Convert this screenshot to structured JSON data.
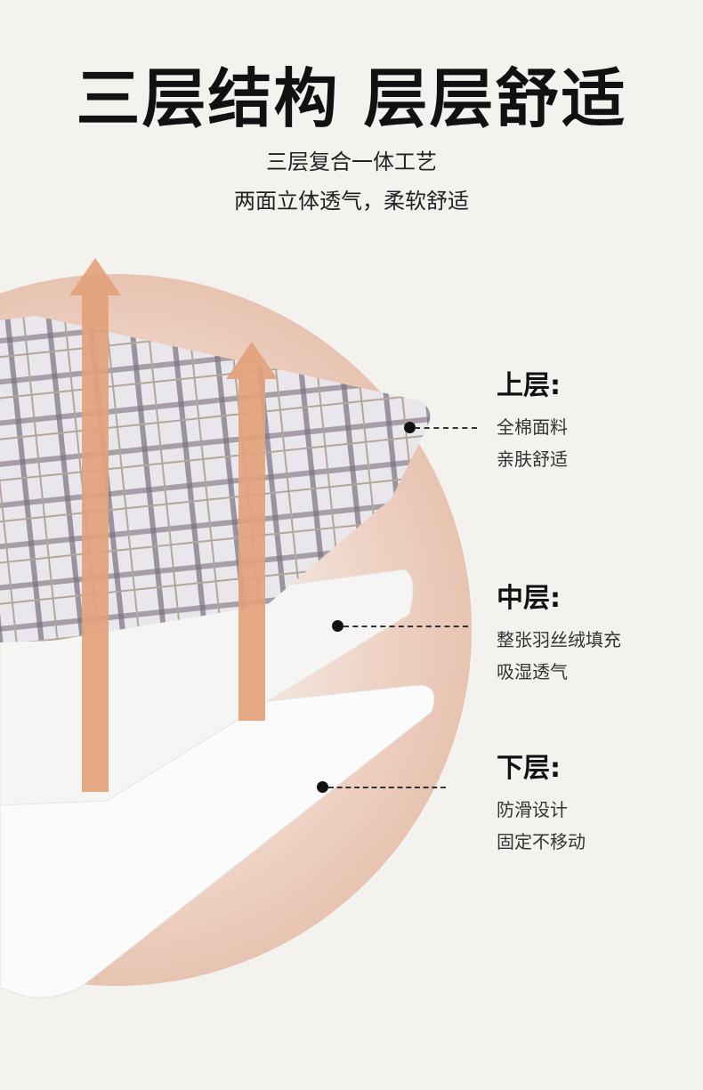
{
  "title": "三层结构 层层舒适",
  "subtitle_lines": [
    "三层复合一体工艺",
    "两面立体透气，柔软舒适"
  ],
  "layers": [
    {
      "heading": "上层:",
      "lines": [
        "全棉面料",
        "亲肤舒适"
      ]
    },
    {
      "heading": "中层:",
      "lines": [
        "整张羽丝绒填充",
        "吸湿透气"
      ]
    },
    {
      "heading": "下层:",
      "lines": [
        "防滑设计",
        "固定不移动"
      ]
    }
  ],
  "colors": {
    "background": "#f3f2ee",
    "arrow": "#e3a27c",
    "glow": "#edcfc0"
  }
}
